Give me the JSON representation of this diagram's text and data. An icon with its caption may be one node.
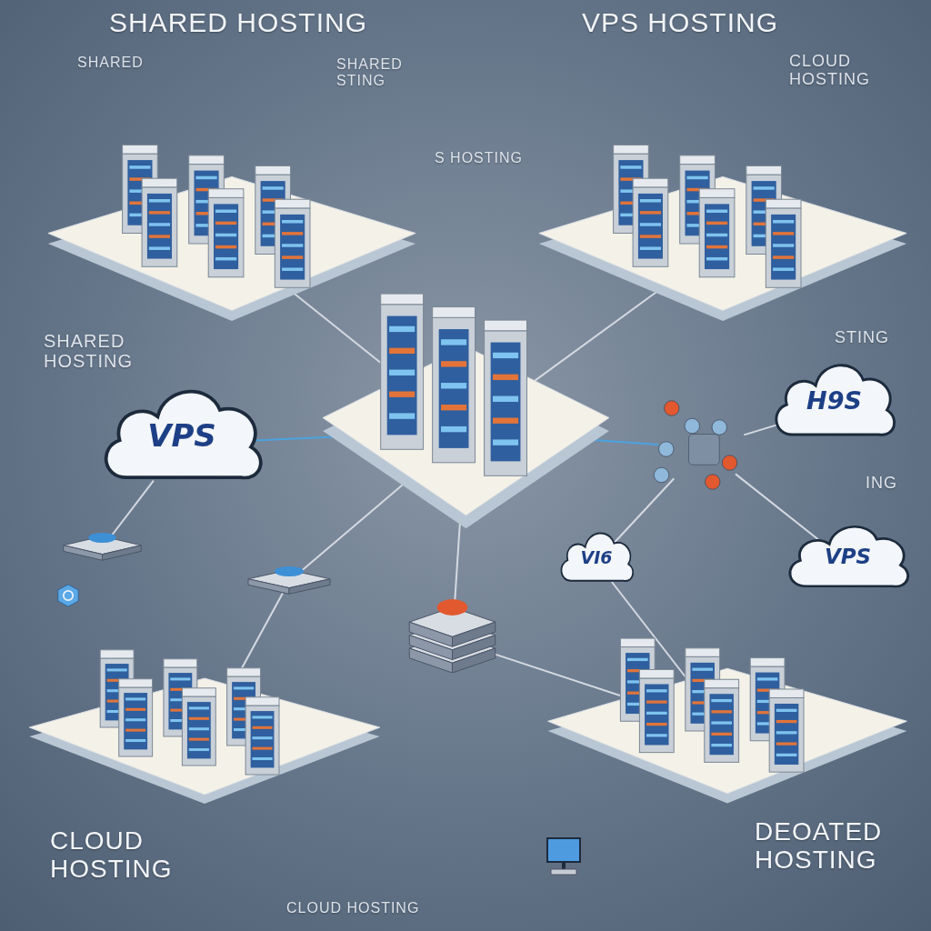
{
  "diagram": {
    "nodes": [
      {
        "text": [],
        "shape": "picture"
      },
      {
        "text": [],
        "shape": "picture"
      },
      {
        "text": [],
        "shape": "picture"
      },
      {
        "text": [],
        "shape": "picture"
      },
      {
        "text": [],
        "shape": "picture"
      },
      {
        "text": [
          "VPS"
        ]
      },
      {
        "text": [
          "H9S"
        ]
      },
      {
        "text": [
          "VPS"
        ]
      },
      {
        "text": [
          "VI6"
        ]
      },
      {
        "text": [],
        "shape": "picture"
      },
      {
        "text": [],
        "shape": "picture"
      },
      {
        "text": [],
        "shape": "picture"
      },
      {
        "text": [],
        "shape": "picture"
      }
    ],
    "edges": [
      {
        "from": 0,
        "to": 2,
        "arrow": "none"
      },
      {
        "from": 1,
        "to": 2,
        "arrow": "none"
      },
      {
        "from": 5,
        "to": 2,
        "arrow": "none",
        "color": "#4aa3df"
      },
      {
        "from": 2,
        "to": 9,
        "arrow": "none",
        "color": "#4aa3df"
      },
      {
        "from": 9,
        "to": 6,
        "arrow": "none"
      },
      {
        "from": 9,
        "to": 7,
        "arrow": "none"
      },
      {
        "from": 9,
        "to": 8,
        "arrow": "none"
      },
      {
        "from": 8,
        "to": 4,
        "arrow": "none"
      },
      {
        "from": 2,
        "to": 10,
        "arrow": "none"
      },
      {
        "from": 10,
        "to": 3,
        "arrow": "none"
      },
      {
        "from": 2,
        "to": 11,
        "arrow": "none"
      },
      {
        "from": 11,
        "to": 4,
        "arrow": "none"
      },
      {
        "from": 12,
        "to": 5,
        "arrow": "none"
      }
    ],
    "labels": [
      "SHARED HOSTING",
      "VPS HOSTING",
      "SHARED",
      "SHARED STING",
      "S HOSTING",
      "CLOUD HOSTING",
      "SHARED HOSTING",
      "STING",
      "ING",
      "CLOUD HOSTING",
      "CLOUD HOSTING",
      "DEOATED HOSTING"
    ]
  }
}
